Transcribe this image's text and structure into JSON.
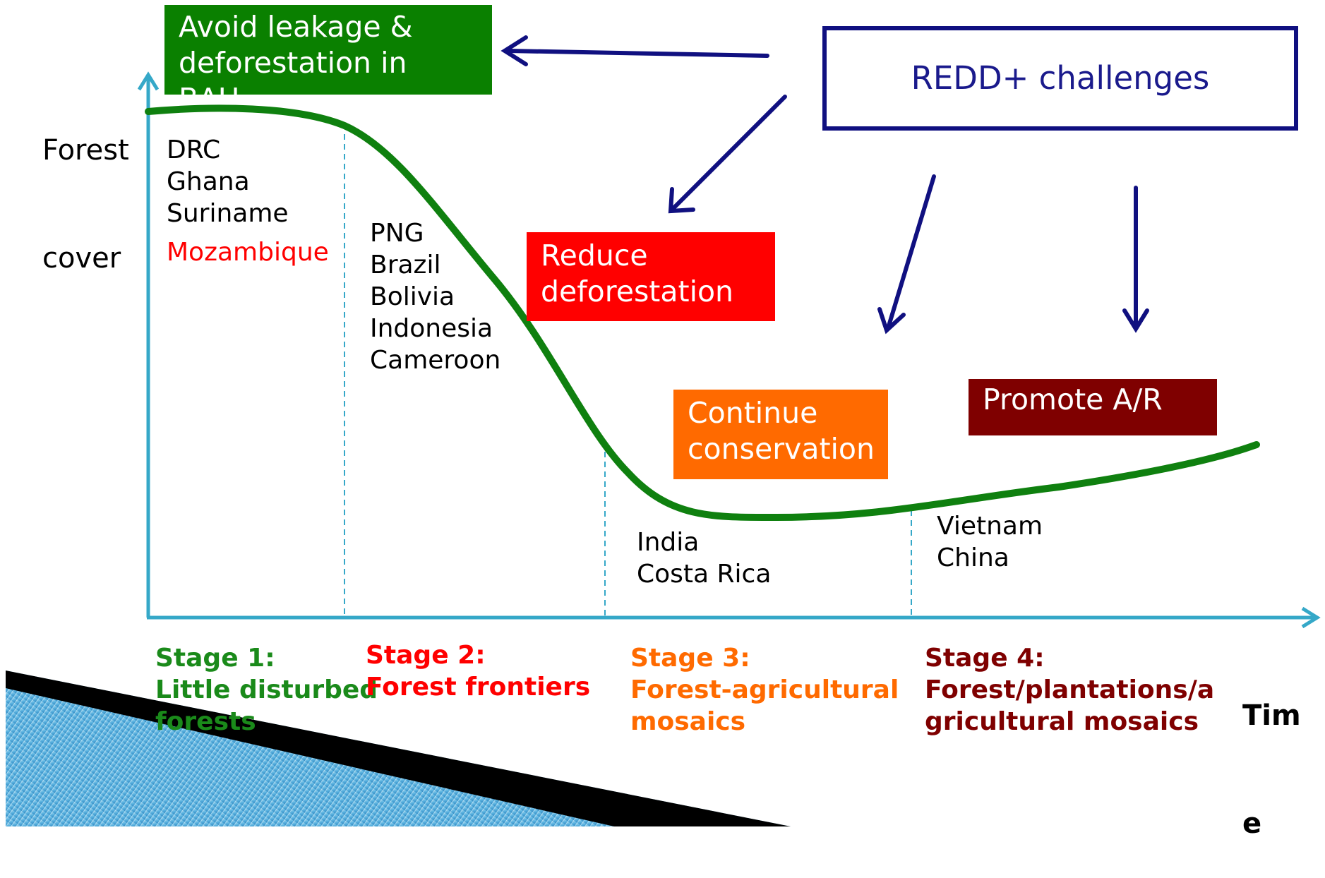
{
  "axes": {
    "y_label": [
      "Forest",
      "cover"
    ],
    "x_label": [
      "Tim",
      "e"
    ]
  },
  "title_box": {
    "text": "REDD+ challenges",
    "color": "#1a1a8c"
  },
  "boxes": [
    {
      "key": "avoid",
      "lines": [
        "Avoid leakage &",
        "deforestation in",
        "BAU"
      ],
      "color": "#0a8000"
    },
    {
      "key": "reduce",
      "lines": [
        "Reduce",
        "deforestation"
      ],
      "color": "#ff0000"
    },
    {
      "key": "continue",
      "lines": [
        "Continue",
        "conservation"
      ],
      "color": "#ff6a00"
    },
    {
      "key": "promote",
      "lines": [
        "Promote A/R"
      ],
      "color": "#7f0000"
    }
  ],
  "country_groups": [
    {
      "stage": 1,
      "countries": [
        "DRC",
        "Ghana",
        "Suriname"
      ],
      "highlight": "Mozambique",
      "highlight_color": "#ff0000"
    },
    {
      "stage": 2,
      "countries": [
        "PNG",
        "Brazil",
        "Bolivia",
        "Indonesia",
        "Cameroon"
      ]
    },
    {
      "stage": 3,
      "countries": [
        "India",
        "Costa Rica"
      ]
    },
    {
      "stage": 4,
      "countries": [
        "Vietnam",
        "China"
      ]
    }
  ],
  "stages": [
    {
      "lines": [
        "Stage 1:",
        "Little disturbed",
        "forests"
      ],
      "color": "#1a8a1a"
    },
    {
      "lines": [
        "Stage 2:",
        "Forest frontiers"
      ],
      "color": "#ff0000"
    },
    {
      "lines": [
        "Stage 3:",
        "Forest-agricultural",
        "mosaics"
      ],
      "color": "#ff6a00"
    },
    {
      "lines": [
        "Stage 4:",
        "Forest/plantations/a",
        "gricultural mosaics"
      ],
      "color": "#7f0000"
    }
  ],
  "colors": {
    "curve": "#0f800f",
    "axis": "#35a8c8",
    "arrow": "#101080",
    "divider": "#35a8c8"
  },
  "icons": [
    "decorative-chevron-icon"
  ]
}
